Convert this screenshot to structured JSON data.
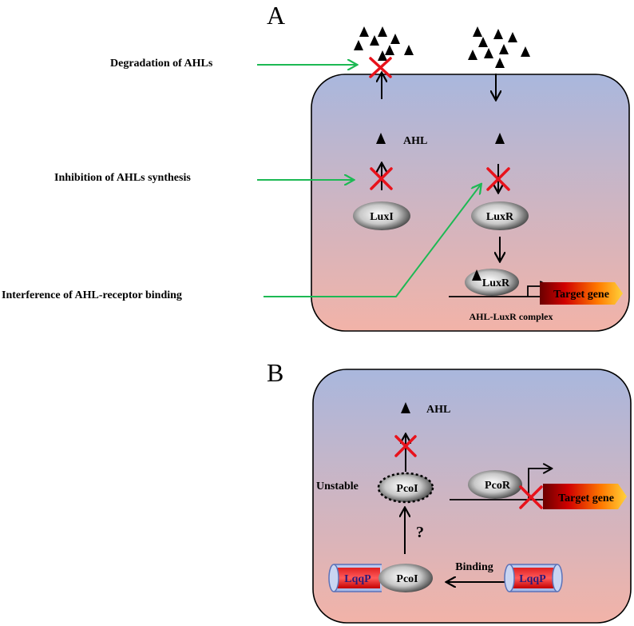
{
  "panel_a": {
    "letter": "A",
    "signal_label": "AHL",
    "luxi_label": "LuxI",
    "luxr_label": "LuxR",
    "complex_luxr_label": "LuxR",
    "target_gene_label": "Target gene",
    "complex_caption": "AHL-LuxR complex",
    "mechanisms": [
      "Degradation of AHLs",
      "Inhibition of AHLs synthesis",
      "Interference of AHL-receptor binding"
    ]
  },
  "panel_b": {
    "letter": "B",
    "signal_label": "AHL",
    "unstable_label": "Unstable",
    "pcoi_label": "PcoI",
    "pcoi_bottom_label": "PcoI",
    "pcor_label": "PcoR",
    "target_gene_label": "Target gene",
    "question_mark": "?",
    "binding_label": "Binding",
    "lqqp_left_label": "LqqP",
    "lqqp_right_label": "LqqP"
  },
  "colors": {
    "green_arrow": "#1db954",
    "block_x": "#e8121b",
    "cell_top": "#a9b7dd",
    "cell_bottom": "#f2b3a8"
  }
}
